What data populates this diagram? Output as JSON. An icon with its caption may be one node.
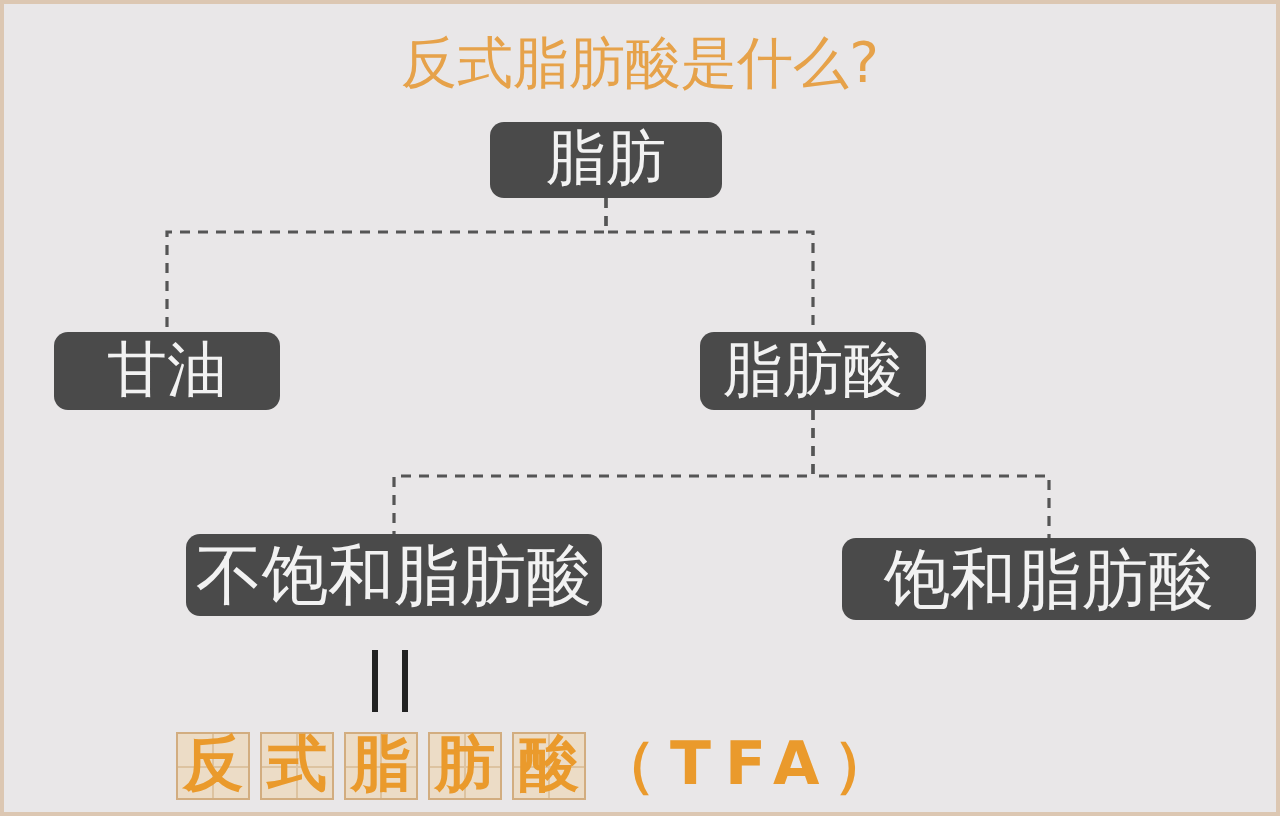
{
  "diagram": {
    "title": "反式脂肪酸是什么?",
    "nodes": [
      {
        "text": [
          "脂肪"
        ]
      },
      {
        "text": [
          "甘油"
        ]
      },
      {
        "text": [
          "脂肪酸"
        ]
      },
      {
        "text": [
          "不饱和脂肪酸"
        ]
      },
      {
        "text": [
          "饱和脂肪酸"
        ]
      }
    ],
    "edges": [
      {
        "from": 0,
        "to": 1,
        "arrow": "none",
        "style": "dashed"
      },
      {
        "from": 0,
        "to": 2,
        "arrow": "none",
        "style": "dashed"
      },
      {
        "from": 2,
        "to": 3,
        "arrow": "none",
        "style": "dashed"
      },
      {
        "from": 2,
        "to": 4,
        "arrow": "none",
        "style": "dashed"
      }
    ],
    "labels": [
      "反式脂肪酸（TFA）"
    ]
  }
}
